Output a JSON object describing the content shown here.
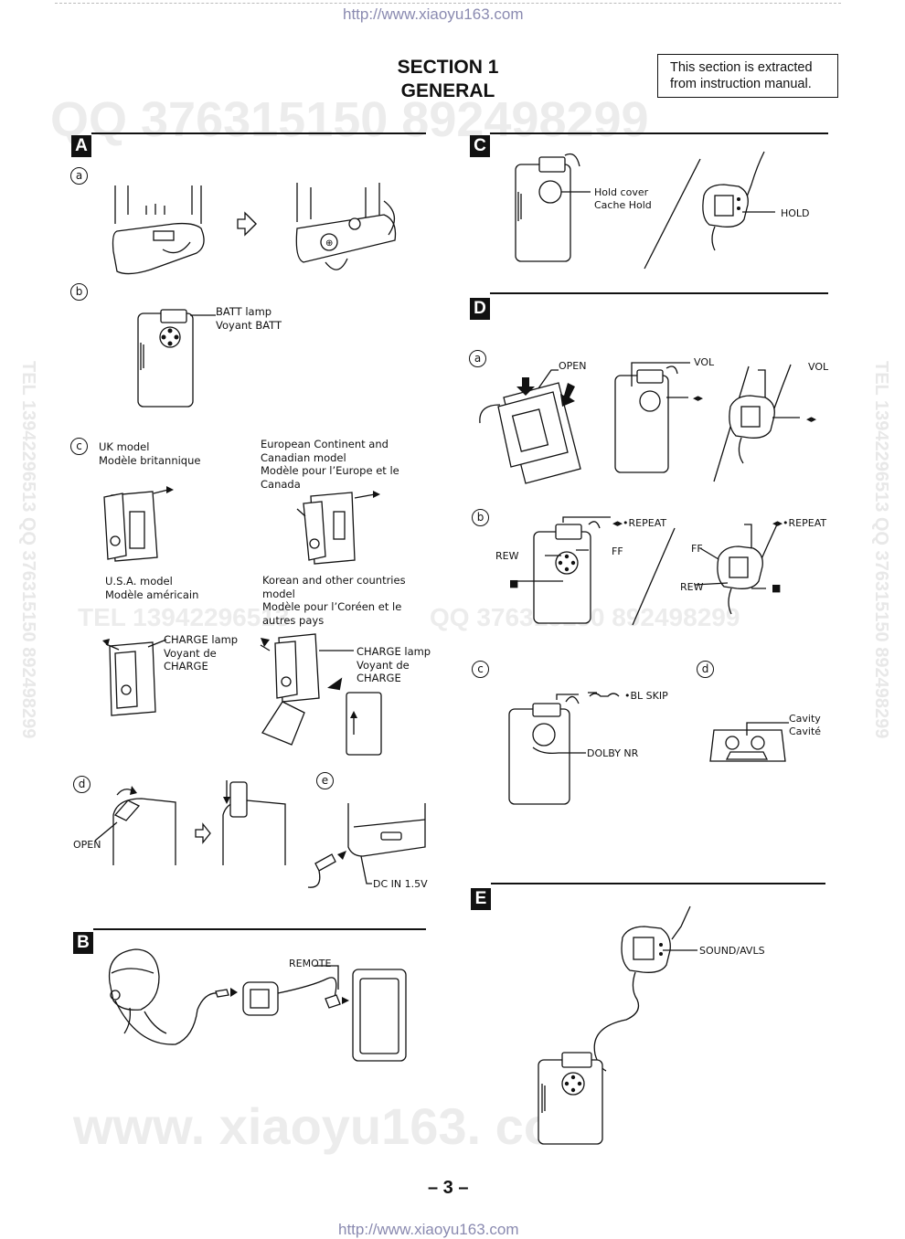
{
  "header_url": "http://www.xiaoyu163.com",
  "footer_url": "http://www.xiaoyu163.com",
  "title": {
    "line1": "SECTION  1",
    "line2": "GENERAL"
  },
  "note": {
    "line1": "This section is extracted",
    "line2": "from instruction manual."
  },
  "watermarks": {
    "qq_top": "QQ 376315150   892498299",
    "tel_mid": "TEL 13942296513",
    "qq_mid": "QQ 376315150  892498299",
    "bottom": "www. xiaoyu163. com",
    "side_left": "TEL 13942296513   QQ 376315150   892498299",
    "side_right": "TEL 13942296513   QQ 376315150   892498299"
  },
  "sections": {
    "A": {
      "letter": "A",
      "sub_a": "a",
      "sub_b": "b",
      "batt_lamp": [
        "BATT lamp",
        "Voyant BATT"
      ],
      "sub_c": "c",
      "uk_model": [
        "UK model",
        "Modèle britannique"
      ],
      "eu_model": [
        "European Continent and",
        "Canadian model",
        "Modèle pour l’Europe et le",
        "Canada"
      ],
      "usa_model": [
        "U.S.A. model",
        "Modèle américain"
      ],
      "korean_model": [
        "Korean and other countries",
        "model",
        "Modèle pour l’Coréen et le",
        "autres pays"
      ],
      "charge_lamp_left": [
        "CHARGE lamp",
        "Voyant de",
        "CHARGE"
      ],
      "charge_lamp_right": [
        "CHARGE lamp",
        "Voyant de",
        "CHARGE"
      ],
      "sub_d": "d",
      "open_label": "OPEN",
      "sub_e": "e",
      "dc_in": "DC IN 1.5V"
    },
    "B": {
      "letter": "B",
      "remote": "REMOTE"
    },
    "C": {
      "letter": "C",
      "hold_cover": [
        "Hold cover",
        "Cache Hold"
      ],
      "hold": "HOLD"
    },
    "D": {
      "letter": "D",
      "sub_a": "a",
      "open": "OPEN",
      "vol_left": "VOL",
      "vol_right": "VOL",
      "arrows_left": "◂▸",
      "arrows_right": "◂▸",
      "sub_b": "b",
      "repeat_left": "◂▸•REPEAT",
      "repeat_right": "◂▸•REPEAT",
      "rew_left": "REW",
      "ff_left": "FF",
      "stop_left": "■",
      "ff_right": "FF",
      "rew_right": "REW",
      "stop_right": "■",
      "sub_c": "c",
      "bl_skip": "•BL SKIP",
      "dolby": "DOLBY NR",
      "sub_d": "d",
      "cavity": [
        "Cavity",
        "Cavité"
      ]
    },
    "E": {
      "letter": "E",
      "sound": "SOUND/AVLS"
    }
  },
  "page_number": "– 3 –"
}
